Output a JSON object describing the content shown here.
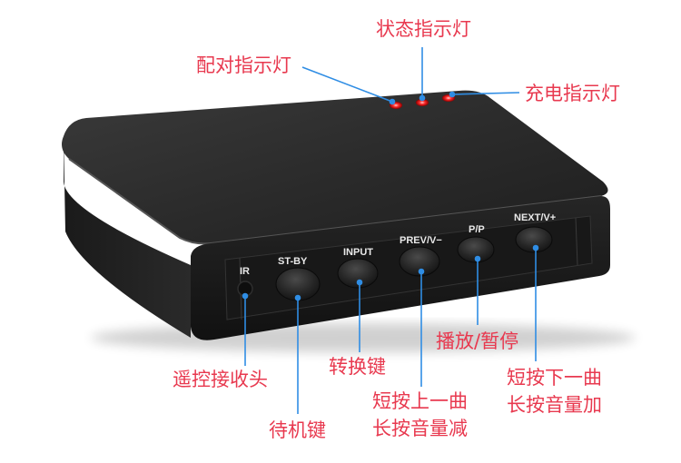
{
  "callouts": {
    "status_led": "状态指示灯",
    "pair_led": "配对指示灯",
    "charge_led": "充电指示灯",
    "ir_receiver": "遥控接收头",
    "standby": "待机键",
    "input": "转换键",
    "prev_line1": "短按上一曲",
    "prev_line2": "长按音量减",
    "play_pause": "播放/暂停",
    "next_line1": "短按下一曲",
    "next_line2": "长按音量加"
  },
  "panel_labels": {
    "ir": "IR",
    "standby": "ST-BY",
    "input": "INPUT",
    "prev": "PREV/V−",
    "play_pause": "P/P",
    "next": "NEXT/V+"
  },
  "colors": {
    "callout_text": "#e8394f",
    "leader_line": "#2f8de4",
    "device_body": "#2b2b2b",
    "led": "#ff2a2a"
  }
}
